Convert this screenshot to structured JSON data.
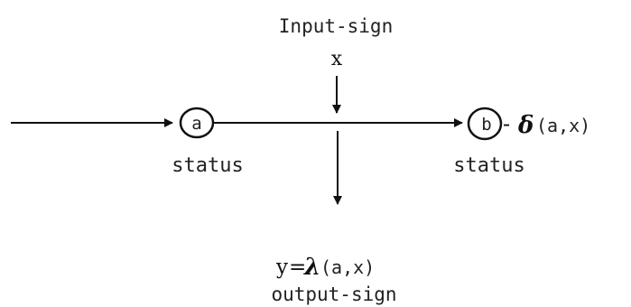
{
  "colors": {
    "background": "#ffffff",
    "ink": "#111111"
  },
  "input": {
    "caption": "Input-sign",
    "symbol": "x"
  },
  "states": {
    "start": {
      "label": "a",
      "caption": "status"
    },
    "end": {
      "label": "b",
      "caption": "status"
    }
  },
  "transition": {
    "minus": "-",
    "symbol": "δ",
    "args": "(a,x)"
  },
  "output": {
    "var": "y",
    "equals": "=",
    "symbol": "λ",
    "args": "(a,x)",
    "caption": "output-sign"
  }
}
